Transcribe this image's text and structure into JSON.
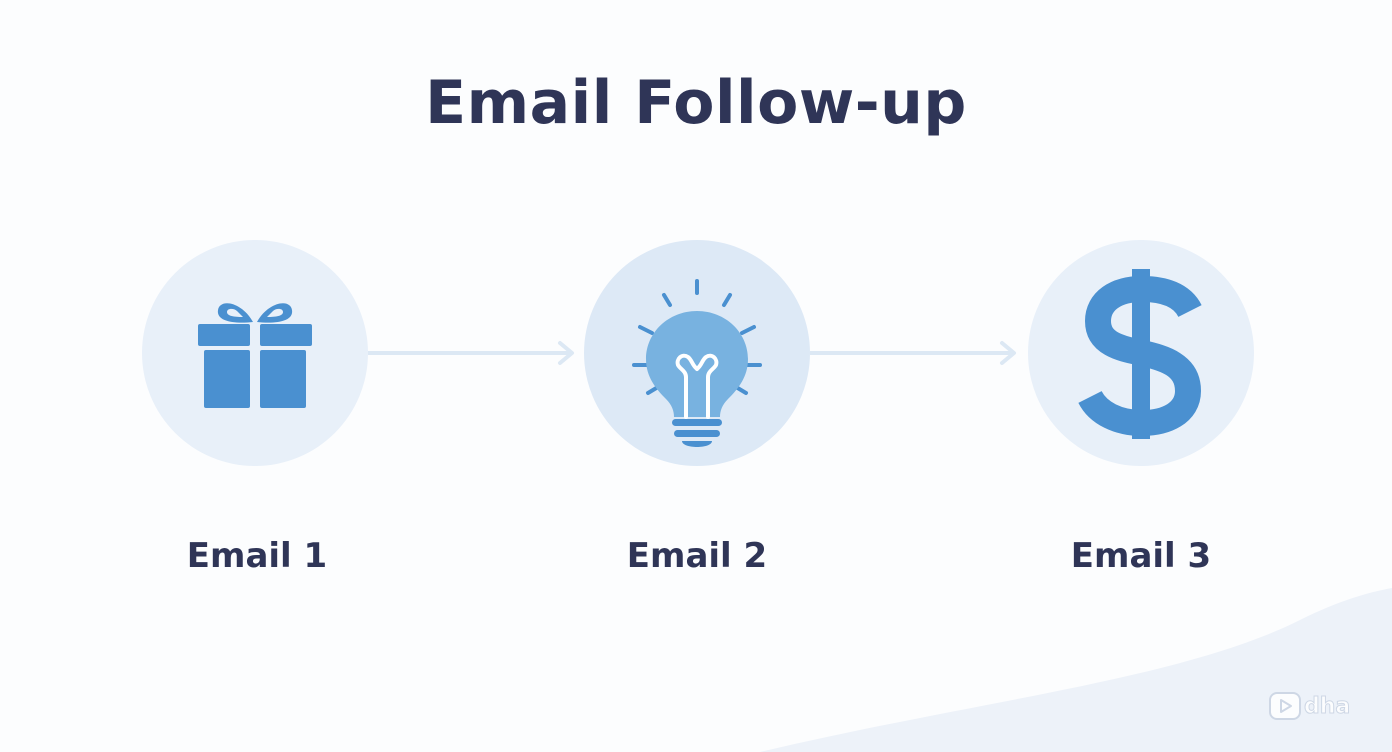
{
  "title": "Email Follow-up",
  "steps": [
    {
      "label": "Email 1",
      "icon": "gift-icon"
    },
    {
      "label": "Email 2",
      "icon": "lightbulb-icon"
    },
    {
      "label": "Email 3",
      "icon": "dollar-sign-icon"
    }
  ],
  "watermark": "dha",
  "colors": {
    "title": "#2f3557",
    "icon": "#4a90d0",
    "circle": "#e8f0f9",
    "connector": "#dce8f4"
  }
}
